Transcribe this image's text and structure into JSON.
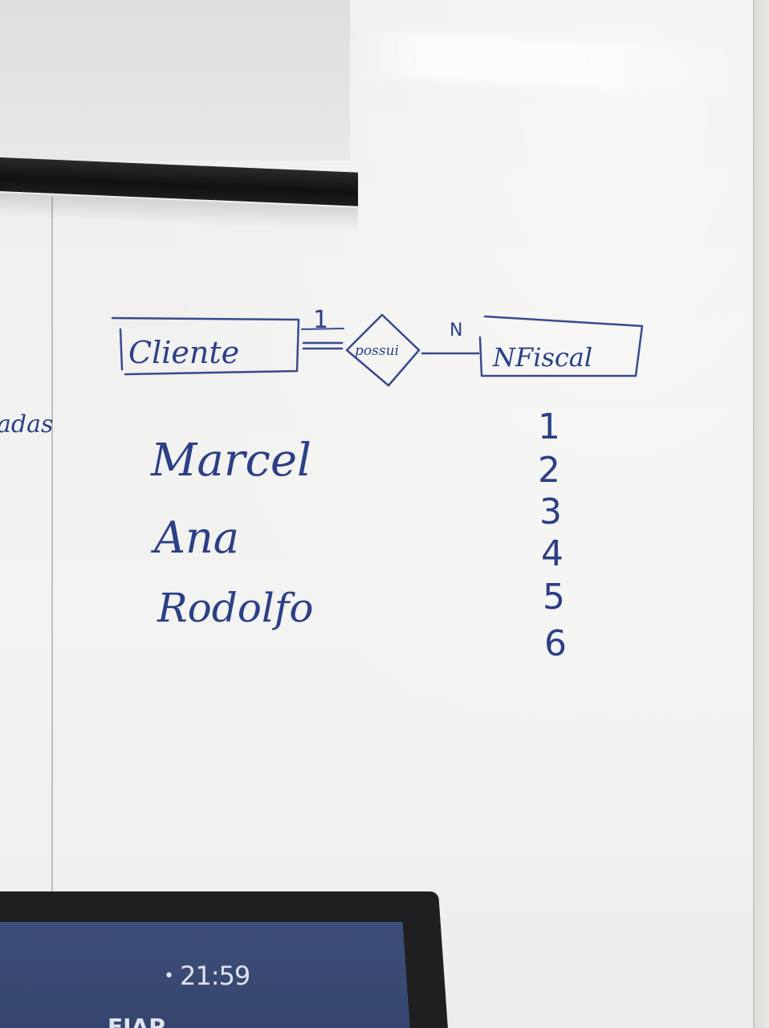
{
  "whiteboard": {
    "left_edge_text": "adas",
    "diagram": {
      "entity_left": "Cliente",
      "relationship": "possui",
      "entity_right": "NFiscal",
      "cardinality_left": "1",
      "cardinality_right": "N"
    },
    "clients": [
      "Marcel",
      "Ana",
      "Rodolfo"
    ],
    "invoice_numbers": [
      "1",
      "2",
      "3",
      "4",
      "5",
      "6"
    ]
  },
  "monitor": {
    "time": "21:59",
    "label": "FIAP"
  }
}
